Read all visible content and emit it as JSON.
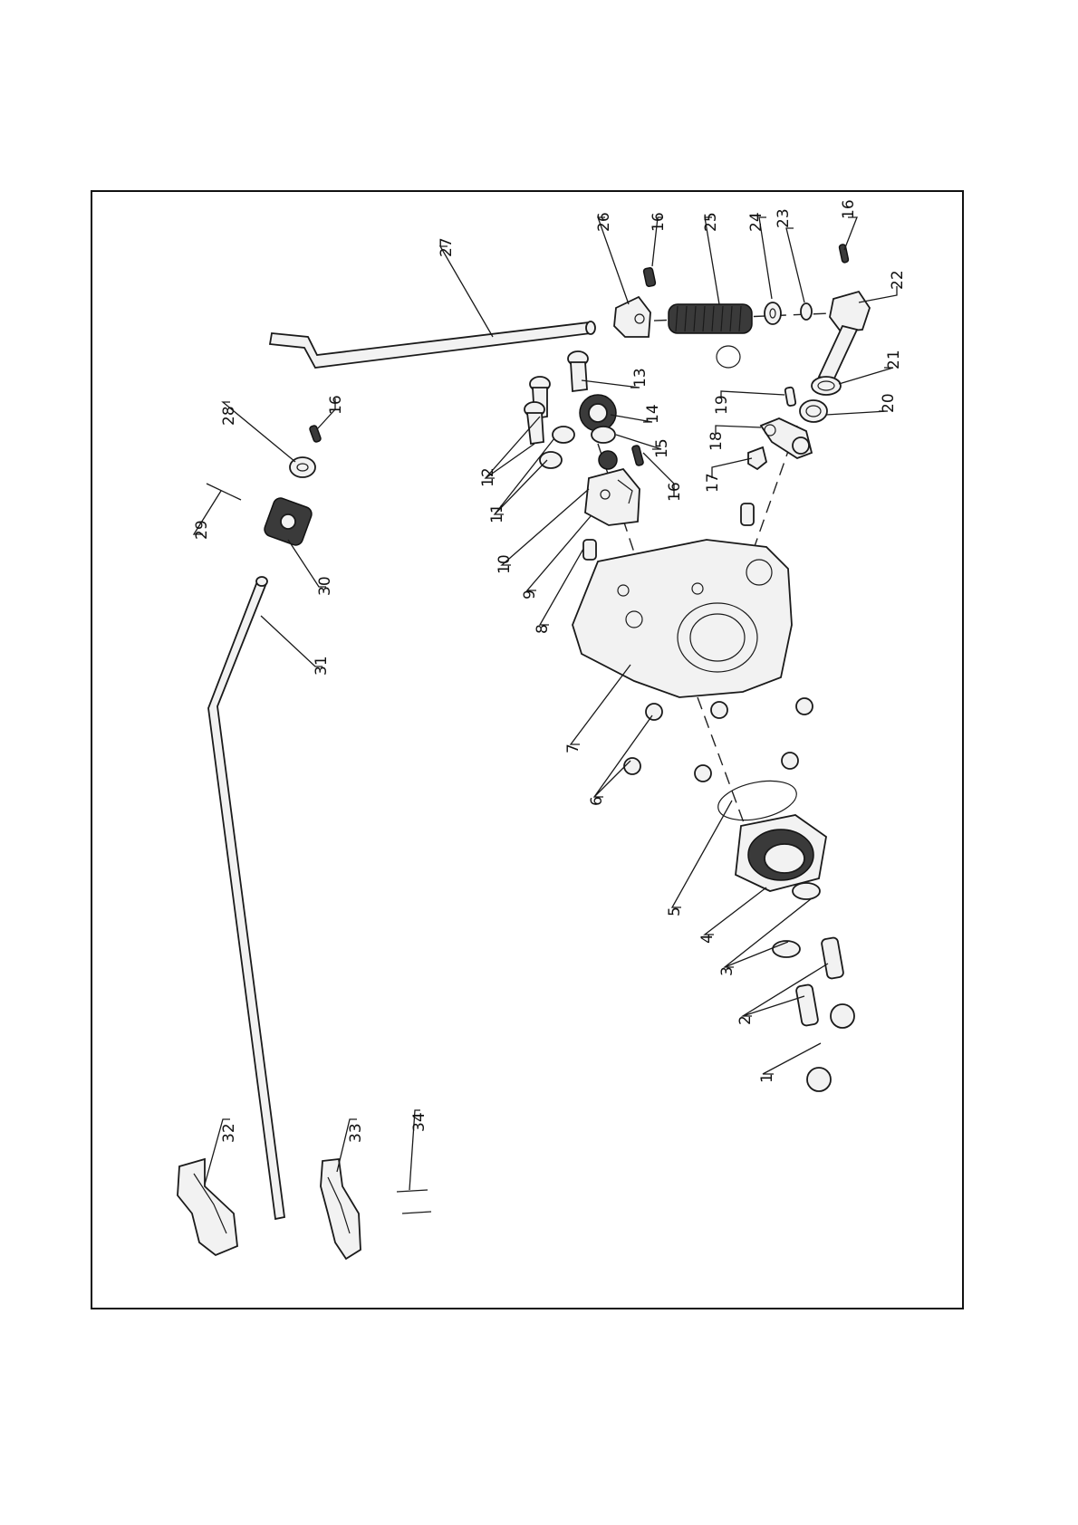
{
  "callouts": [
    {
      "id": "p1",
      "text": "1"
    },
    {
      "id": "p2",
      "text": "2"
    },
    {
      "id": "p3",
      "text": "3"
    },
    {
      "id": "p4",
      "text": "4"
    },
    {
      "id": "p5",
      "text": "5"
    },
    {
      "id": "p6",
      "text": "6"
    },
    {
      "id": "p7",
      "text": "7"
    },
    {
      "id": "p8",
      "text": "8"
    },
    {
      "id": "p9",
      "text": "9"
    },
    {
      "id": "p10",
      "text": "10"
    },
    {
      "id": "p11",
      "text": "11"
    },
    {
      "id": "p12",
      "text": "12"
    },
    {
      "id": "p13",
      "text": "13"
    },
    {
      "id": "p14",
      "text": "14"
    },
    {
      "id": "p15",
      "text": "15"
    },
    {
      "id": "p16a",
      "text": "16"
    },
    {
      "id": "p16b",
      "text": "16"
    },
    {
      "id": "p16c",
      "text": "16"
    },
    {
      "id": "p16d",
      "text": "16"
    },
    {
      "id": "p17",
      "text": "17"
    },
    {
      "id": "p18",
      "text": "18"
    },
    {
      "id": "p19",
      "text": "19"
    },
    {
      "id": "p20",
      "text": "20"
    },
    {
      "id": "p21",
      "text": "21"
    },
    {
      "id": "p22",
      "text": "22"
    },
    {
      "id": "p23",
      "text": "23"
    },
    {
      "id": "p24",
      "text": "24"
    },
    {
      "id": "p25",
      "text": "25"
    },
    {
      "id": "p26",
      "text": "26"
    },
    {
      "id": "p27",
      "text": "27"
    },
    {
      "id": "p28",
      "text": "28"
    },
    {
      "id": "p29",
      "text": "29"
    },
    {
      "id": "p30",
      "text": "30"
    },
    {
      "id": "p31",
      "text": "31"
    },
    {
      "id": "p32",
      "text": "32"
    },
    {
      "id": "p33",
      "text": "33"
    },
    {
      "id": "p34",
      "text": "34"
    }
  ]
}
